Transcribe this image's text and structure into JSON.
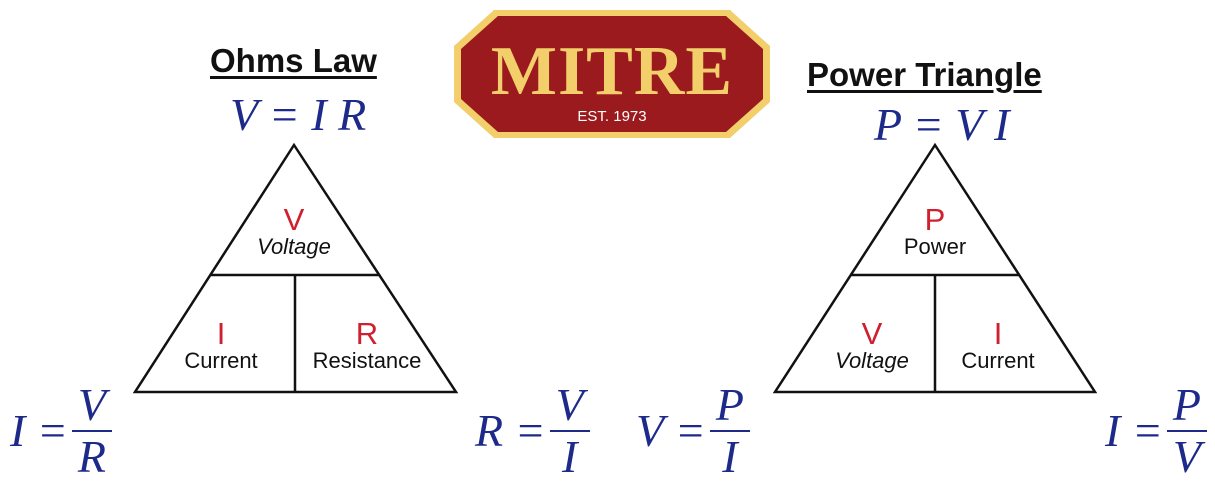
{
  "logo": {
    "word": "MITRE",
    "est": "EST. 1973",
    "colors": {
      "red": "#9b1a1e",
      "gold": "#f2cf6a"
    }
  },
  "ohms": {
    "title": "Ohms Law",
    "formula": "V = I R",
    "top": {
      "symbol": "V",
      "label": "Voltage"
    },
    "left": {
      "symbol": "I",
      "label": "Current"
    },
    "right": {
      "symbol": "R",
      "label": "Resistance"
    },
    "eq_left": {
      "lhs": "I =",
      "num": "V",
      "den": "R"
    },
    "eq_right": {
      "lhs": "R =",
      "num": "V",
      "den": "I"
    }
  },
  "power": {
    "title": "Power Triangle",
    "formula": "P = V I",
    "top": {
      "symbol": "P",
      "label": "Power"
    },
    "left": {
      "symbol": "V",
      "label": "Voltage"
    },
    "right": {
      "symbol": "I",
      "label": "Current"
    },
    "eq_left": {
      "lhs": "V =",
      "num": "P",
      "den": "I"
    },
    "eq_right": {
      "lhs": "I =",
      "num": "P",
      "den": "V"
    }
  },
  "colors": {
    "symbol_red": "#cf2030",
    "equation_blue": "#1d2a8a"
  }
}
